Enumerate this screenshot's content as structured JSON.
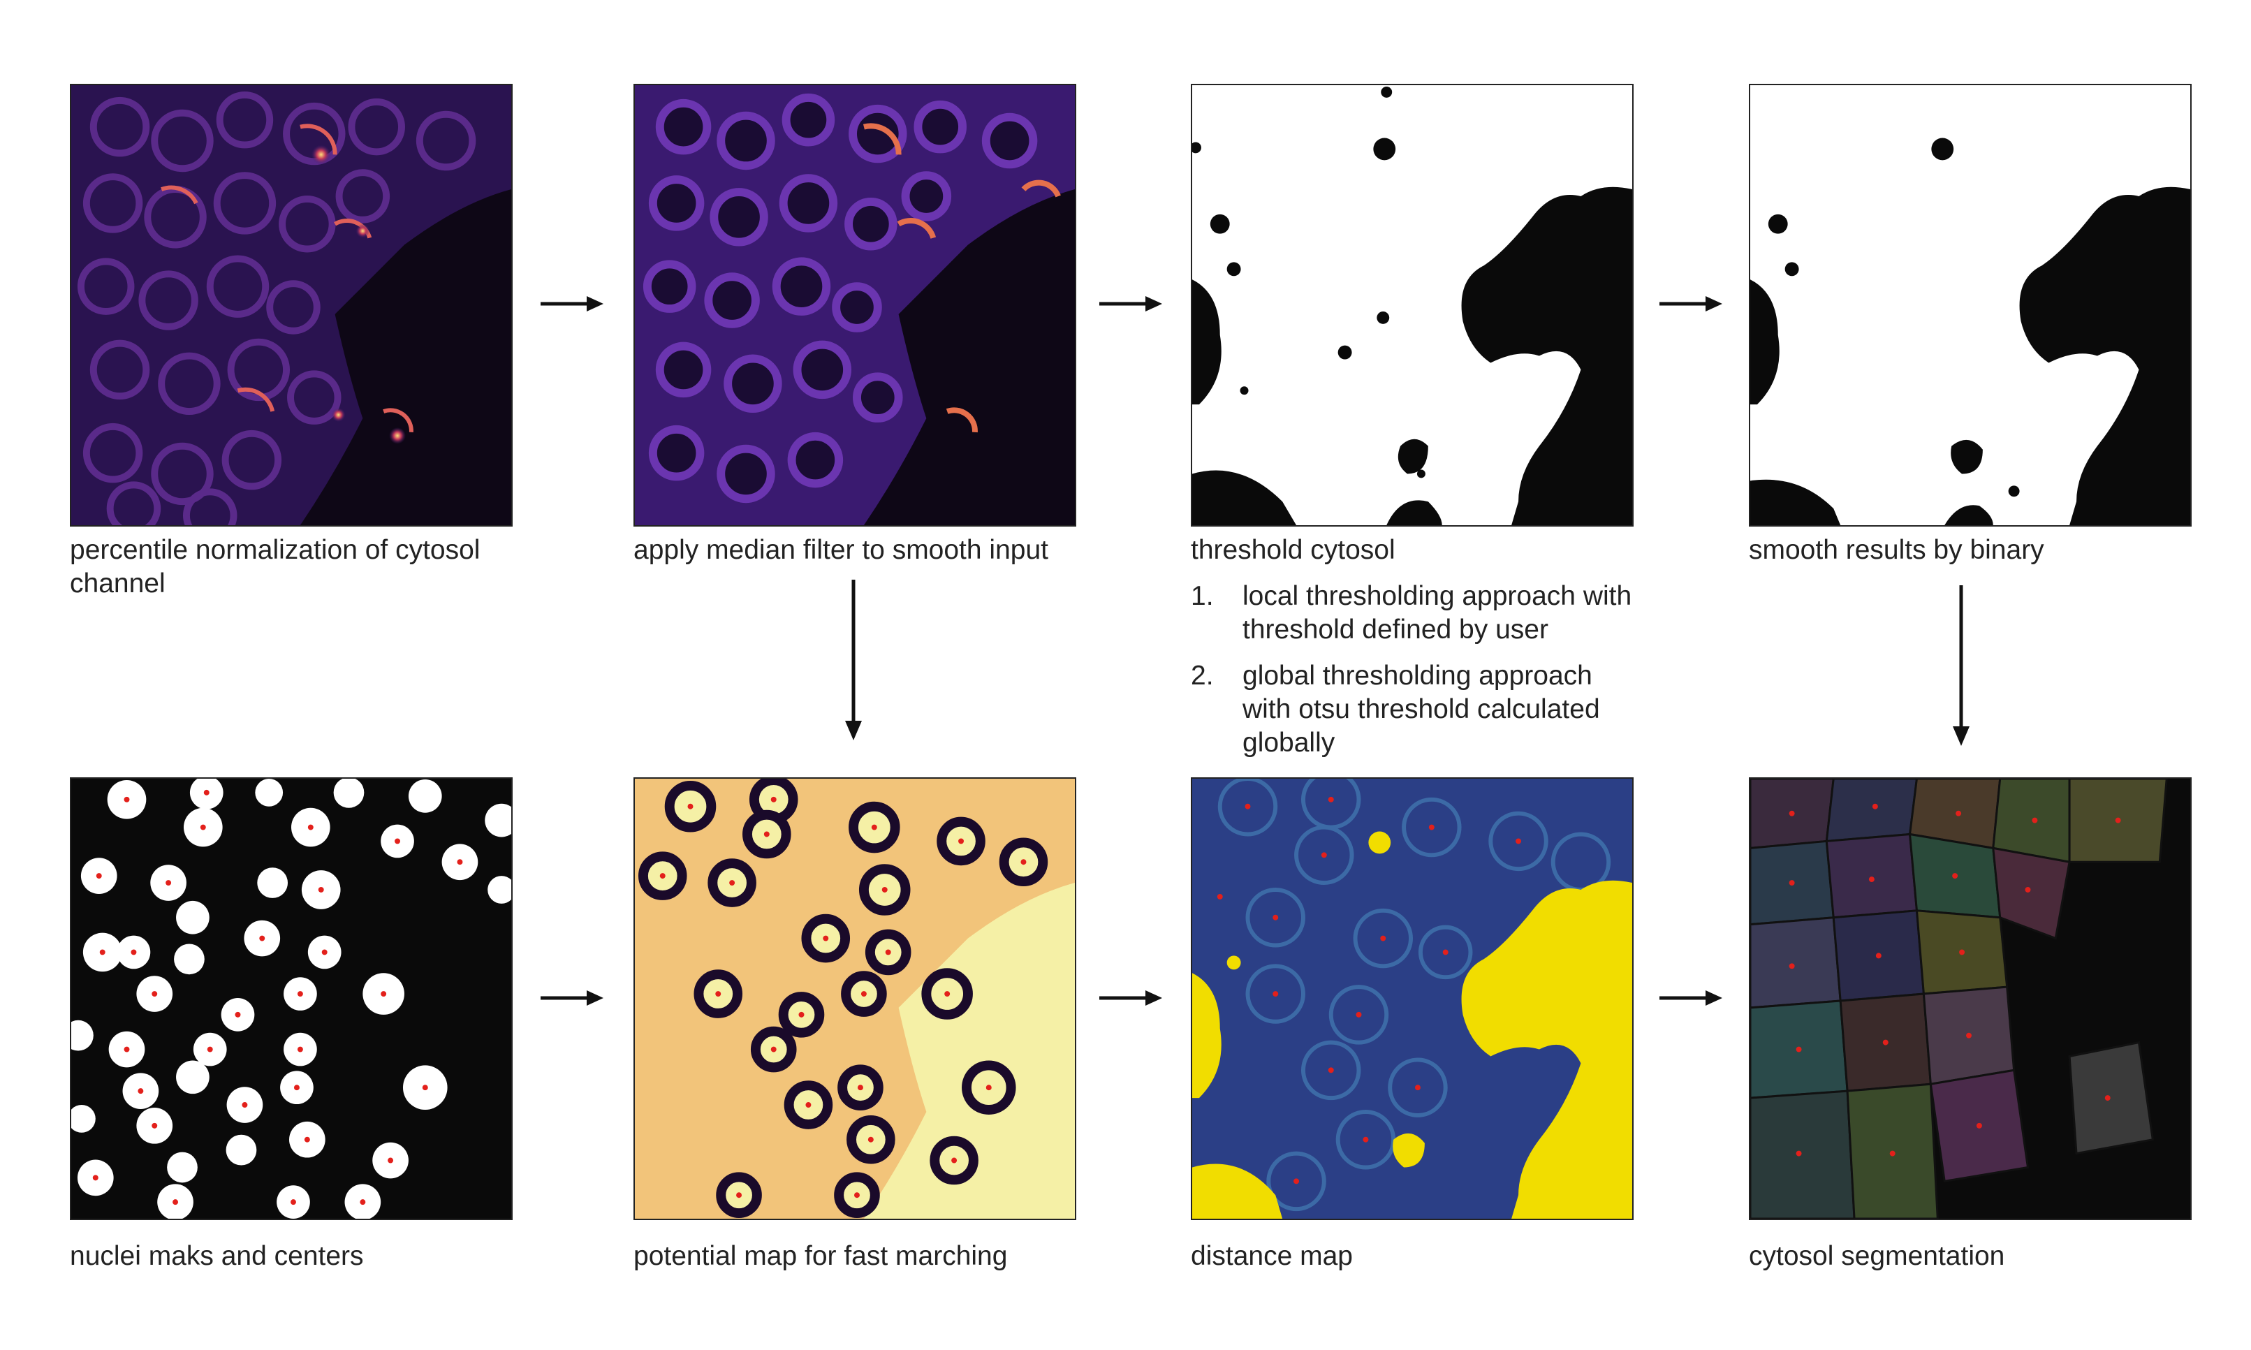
{
  "panels": {
    "p1": {
      "caption": "percentile normalization of cytosol channel"
    },
    "p2": {
      "caption": "apply median filter to smooth input"
    },
    "p3": {
      "caption": "threshold cytosol"
    },
    "p4": {
      "caption": "smooth results by binary"
    },
    "p5": {
      "caption": "nuclei maks and centers"
    },
    "p6": {
      "caption": "potential map for fast marching"
    },
    "p7": {
      "caption": "distance map"
    },
    "p8": {
      "caption": "cytosol segmentation"
    }
  },
  "threshold_options": [
    {
      "number": "1.",
      "text": "local thresholding approach with threshold defined by user"
    },
    {
      "number": "2.",
      "text": "global thresholding approach with otsu threshold calculated globally"
    }
  ],
  "colors": {
    "magma_bg": "#0e0716",
    "cell_purple": "#3b1b70",
    "bright": "#ffb44a",
    "distance_bg": "#2b3f86",
    "distance_yellow": "#f1dd00",
    "potential_bg": "#f5f0a6",
    "center_red": "#e3201b"
  }
}
